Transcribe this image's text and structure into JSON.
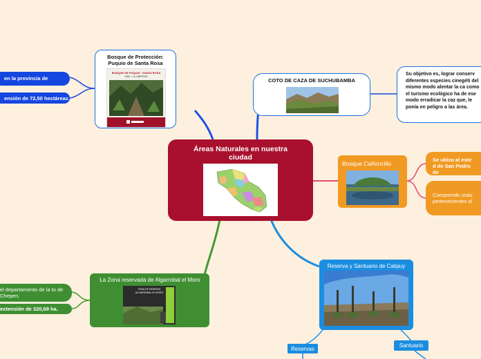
{
  "central": {
    "title": "Áreas Naturales en nuestra ciudad"
  },
  "bosque_proteccion": {
    "title": "Bosque de Protección: Puquio de Santa Rosa",
    "cover_title": "BOSQUE DE PUQUIO · SANTA ROSA",
    "cover_subtitle": "VIRÚ · LA LIBERTAD",
    "details": [
      "en la provincia de",
      "ensión de 72,50 hectáreas"
    ]
  },
  "coto": {
    "title": "COTO DE CAZA DE SUCHUBAMBA",
    "description": "Su objetivo es, lograr conserv diferentes especies cinegéti del mismo modo alentar la ca como el turismo ecológico ha de ese modo erradicar la caz que, le ponía en peligro a las área."
  },
  "canoncillo": {
    "title": "Bosque Cañoncillo",
    "details": [
      "Se ubica al este d de San Pedro de",
      "Comprende unas pertenecientes al"
    ]
  },
  "algarrobal": {
    "title": "La Zona reservada de Algarrobal el Moro",
    "sign": "ZONA DE RESERVA ALGARROBAL EL MORO",
    "details": [
      "el departamento de la to de Chepen.",
      "extensión de 320,69 ha."
    ]
  },
  "calipuy": {
    "title": "Reserva y Santuario de Calipuy",
    "children": [
      "Reservas",
      "Santuario"
    ]
  },
  "colors": {
    "central": "#a8102e",
    "orange": "#f19a23",
    "green": "#3f8f32",
    "blue": "#1b8de0",
    "dark_blue": "#1546e0"
  }
}
